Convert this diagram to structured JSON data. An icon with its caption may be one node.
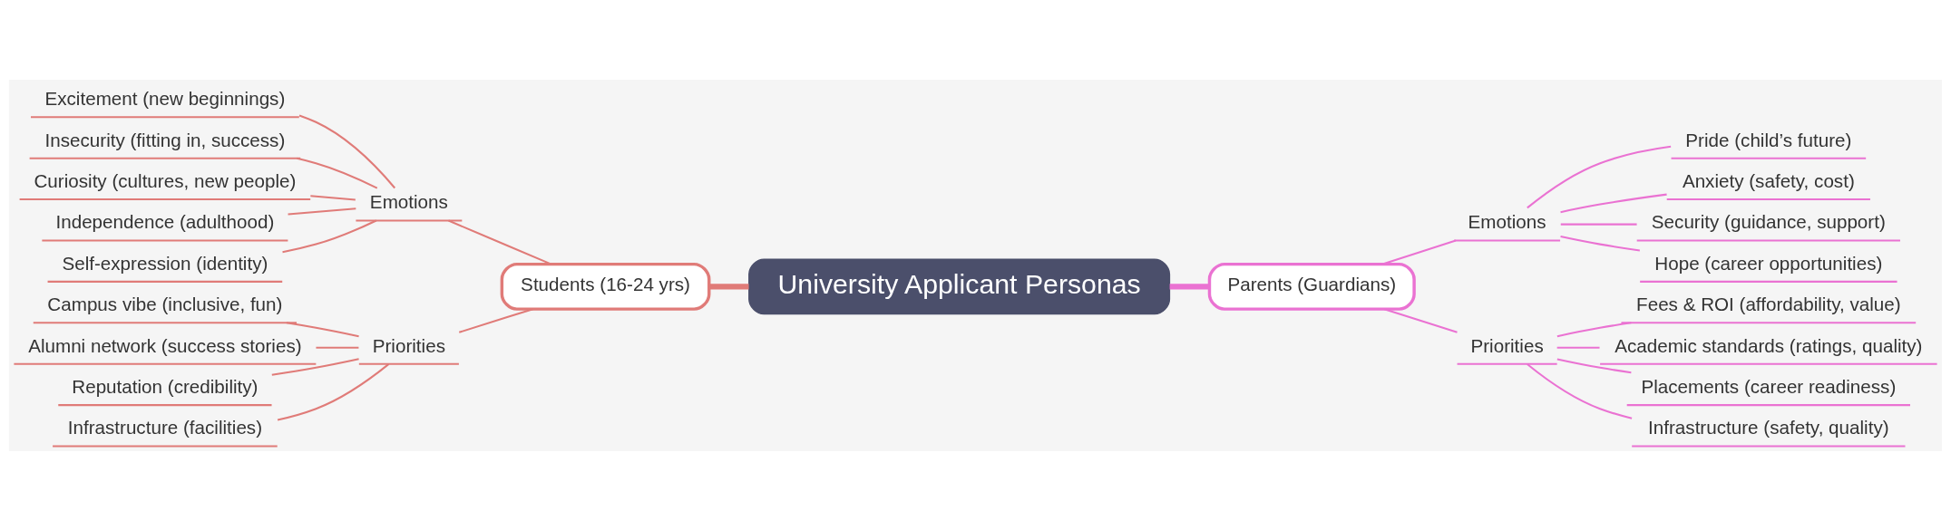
{
  "diagram": {
    "nodes": [
      {
        "text": [
          "University Applicant Personas"
        ]
      },
      {
        "text": [
          "Students (16-24 yrs)"
        ]
      },
      {
        "text": [
          "Emotions"
        ]
      },
      {
        "text": [
          "Excitement (new beginnings)"
        ]
      },
      {
        "text": [
          "Insecurity (fitting in, success)"
        ]
      },
      {
        "text": [
          "Curiosity (cultures, new people)"
        ]
      },
      {
        "text": [
          "Independence (adulthood)"
        ]
      },
      {
        "text": [
          "Self-expression (identity)"
        ]
      },
      {
        "text": [
          "Priorities"
        ]
      },
      {
        "text": [
          "Campus vibe (inclusive, fun)"
        ]
      },
      {
        "text": [
          "Alumni network (success stories)"
        ]
      },
      {
        "text": [
          "Reputation (credibility)"
        ]
      },
      {
        "text": [
          "Infrastructure (facilities)"
        ]
      },
      {
        "text": [
          "Parents (Guardians)"
        ]
      },
      {
        "text": [
          "Emotions"
        ]
      },
      {
        "text": [
          "Pride (child’s future)"
        ]
      },
      {
        "text": [
          "Anxiety (safety, cost)"
        ]
      },
      {
        "text": [
          "Security (guidance, support)"
        ]
      },
      {
        "text": [
          "Hope (career opportunities)"
        ]
      },
      {
        "text": [
          "Priorities"
        ]
      },
      {
        "text": [
          "Fees & ROI (affordability, value)"
        ]
      },
      {
        "text": [
          "Academic standards (ratings, quality)"
        ]
      },
      {
        "text": [
          "Placements (career readiness)"
        ]
      },
      {
        "text": [
          "Infrastructure (safety, quality)"
        ]
      }
    ],
    "edges": [
      {
        "from": 1,
        "to": 0,
        "arrow": "none",
        "style": "thick",
        "color": "#e07b78"
      },
      {
        "from": 2,
        "to": 1,
        "arrow": "none",
        "color": "#e07b78"
      },
      {
        "from": 3,
        "to": 2,
        "arrow": "none",
        "color": "#e07b78"
      },
      {
        "from": 4,
        "to": 2,
        "arrow": "none",
        "color": "#e07b78"
      },
      {
        "from": 5,
        "to": 2,
        "arrow": "none",
        "color": "#e07b78"
      },
      {
        "from": 6,
        "to": 2,
        "arrow": "none",
        "color": "#e07b78"
      },
      {
        "from": 7,
        "to": 2,
        "arrow": "none",
        "color": "#e07b78"
      },
      {
        "from": 8,
        "to": 1,
        "arrow": "none",
        "color": "#e07b78"
      },
      {
        "from": 9,
        "to": 8,
        "arrow": "none",
        "color": "#e07b78"
      },
      {
        "from": 10,
        "to": 8,
        "arrow": "none",
        "color": "#e07b78"
      },
      {
        "from": 11,
        "to": 8,
        "arrow": "none",
        "color": "#e07b78"
      },
      {
        "from": 12,
        "to": 8,
        "arrow": "none",
        "color": "#e07b78"
      },
      {
        "from": 0,
        "to": 13,
        "arrow": "none",
        "style": "thick",
        "color": "#ea72d2"
      },
      {
        "from": 13,
        "to": 14,
        "arrow": "none",
        "color": "#ea72d2"
      },
      {
        "from": 14,
        "to": 15,
        "arrow": "none",
        "color": "#ea72d2"
      },
      {
        "from": 14,
        "to": 16,
        "arrow": "none",
        "color": "#ea72d2"
      },
      {
        "from": 14,
        "to": 17,
        "arrow": "none",
        "color": "#ea72d2"
      },
      {
        "from": 14,
        "to": 18,
        "arrow": "none",
        "color": "#ea72d2"
      },
      {
        "from": 13,
        "to": 19,
        "arrow": "none",
        "color": "#ea72d2"
      },
      {
        "from": 19,
        "to": 20,
        "arrow": "none",
        "color": "#ea72d2"
      },
      {
        "from": 19,
        "to": 21,
        "arrow": "none",
        "color": "#ea72d2"
      },
      {
        "from": 19,
        "to": 22,
        "arrow": "none",
        "color": "#ea72d2"
      },
      {
        "from": 19,
        "to": 23,
        "arrow": "none",
        "color": "#ea72d2"
      }
    ]
  }
}
